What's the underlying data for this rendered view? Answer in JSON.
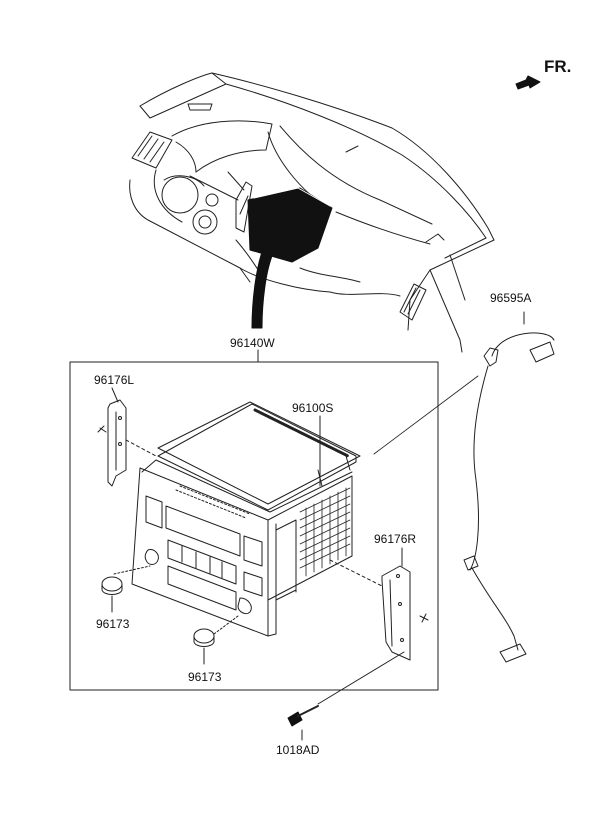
{
  "orientation": {
    "label": "FR.",
    "arrow_icon": "arrow-forward-icon"
  },
  "parts": {
    "head_unit_assembly": "96140W",
    "bracket_left": "96176L",
    "bracket_right": "96176R",
    "audio_main_unit": "96100S",
    "knob_a": "96173",
    "knob_b": "96173",
    "harness_cable": "96595A",
    "screw": "1018AD"
  },
  "colors": {
    "line": "#222222",
    "fill_dark": "#111111"
  }
}
